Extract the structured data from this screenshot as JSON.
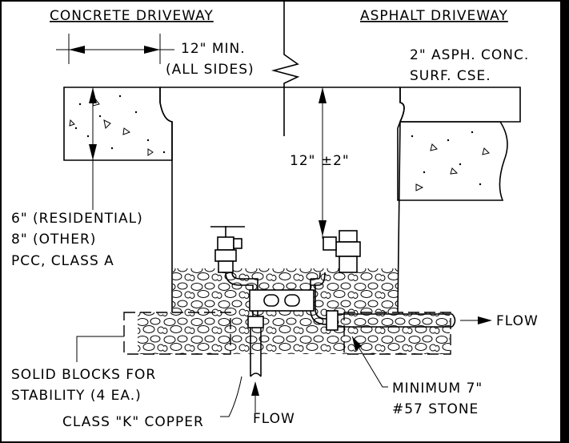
{
  "labels": {
    "concrete_driveway": "CONCRETE DRIVEWAY",
    "asphalt_driveway": "ASPHALT DRIVEWAY",
    "min_clearance_line1": "12\" MIN.",
    "min_clearance_line2": "(ALL SIDES)",
    "asphalt_spec_line1": "2\" ASPH. CONC.",
    "asphalt_spec_line2": "SURF. CSE.",
    "depth_dimension": "12\" ±2\"",
    "pcc_line1": "6\" (RESIDENTIAL)",
    "pcc_line2": "8\" (OTHER)",
    "pcc_line3": "PCC, CLASS A",
    "flow_right": "FLOW",
    "flow_bottom": "FLOW",
    "blocks_line1": "SOLID BLOCKS FOR",
    "blocks_line2": "STABILITY (4 EA.)",
    "stone_line1": "MINIMUM 7\"",
    "stone_line2": "#57 STONE",
    "copper": "CLASS \"K\" COPPER"
  }
}
